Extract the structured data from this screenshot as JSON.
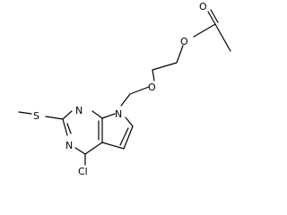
{
  "molecule": {
    "atoms": {
      "o_carbonyl": "O",
      "o_ester": "O",
      "o_ether": "O",
      "s_methylthio": "S",
      "n_ring_1": "N",
      "n_ring_2": "N",
      "n_ring_3": "N",
      "cl": "Cl"
    }
  }
}
